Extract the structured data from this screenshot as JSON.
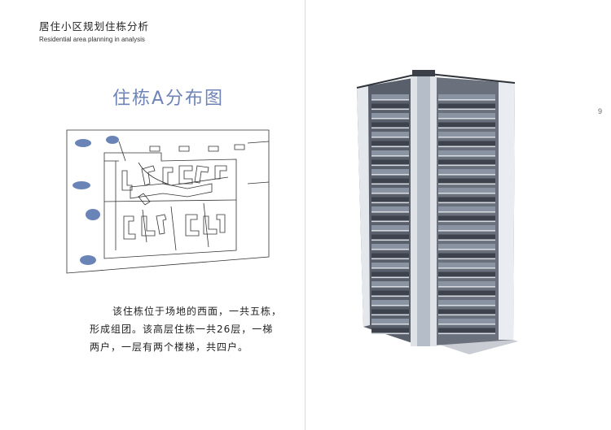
{
  "header": {
    "title_cn": "居住小区规划住栋分析",
    "title_en": "Residential area planning in analysis"
  },
  "main_title": "住栋A分布图",
  "page_number": "9",
  "description": {
    "line1": "该住栋位于场地的西面，一共五栋，",
    "line2": "形成组团。该高层住栋一共26层，一梯",
    "line3": "两户，一层有两个楼梯，共四户。"
  },
  "colors": {
    "title_accent": "#6f84b6",
    "tree_blue": "#6b84b8",
    "facade_dark": "#4a4f5a",
    "facade_light": "#e9ecf0"
  }
}
